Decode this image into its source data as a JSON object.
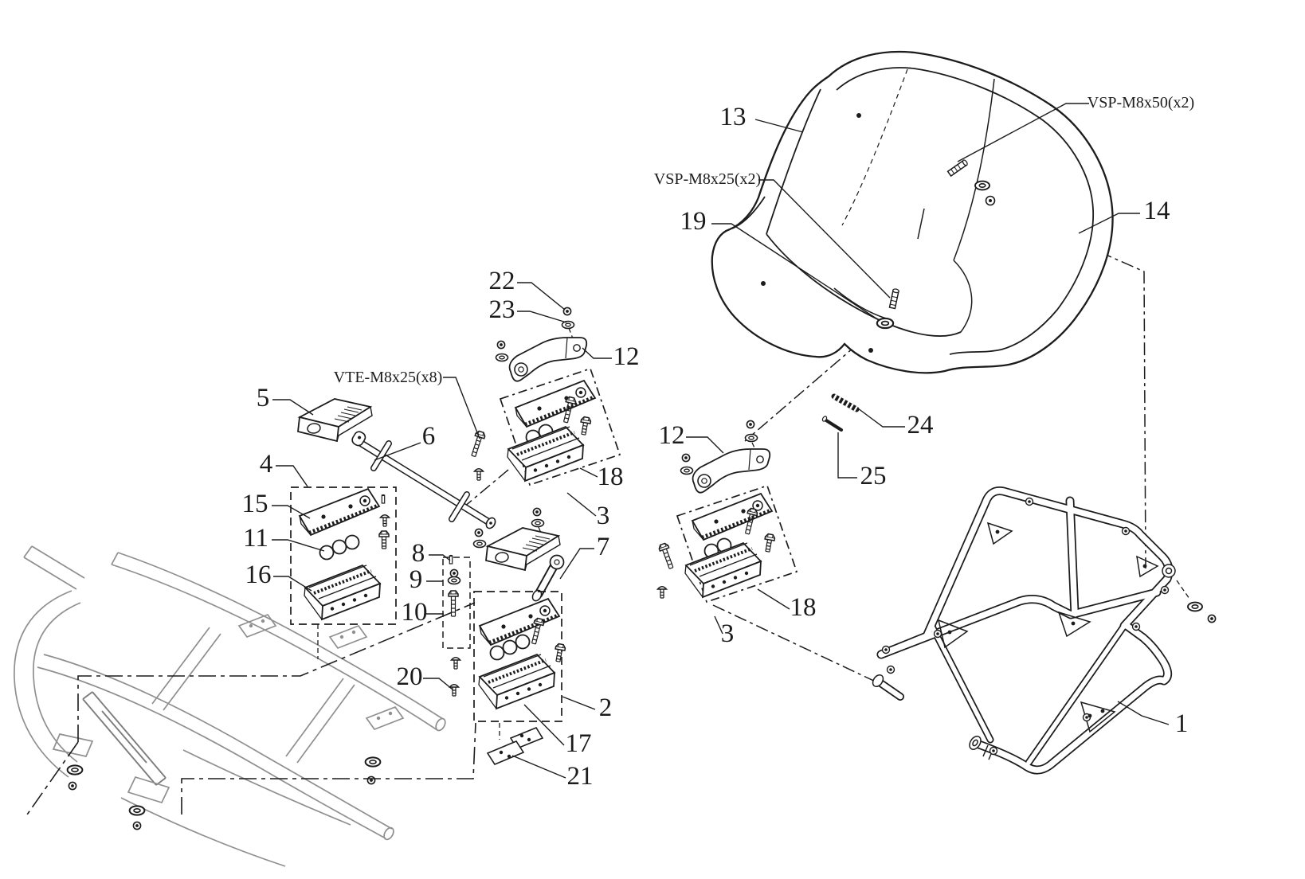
{
  "diagram": {
    "type": "exploded-parts-diagram",
    "subject": "kart seat assembly exploded view",
    "colors": {
      "background": "#ffffff",
      "line": "#1c1c1c",
      "light_line": "#8f8f8f"
    },
    "callouts": [
      {
        "label": "13"
      },
      {
        "label": "VSP-M8x50(x2)"
      },
      {
        "label": "VSP-M8x25(x2)"
      },
      {
        "label": "19"
      },
      {
        "label": "14"
      },
      {
        "label": "22"
      },
      {
        "label": "23"
      },
      {
        "label": "12"
      },
      {
        "label": "VTE-M8x25(x8)"
      },
      {
        "label": "5"
      },
      {
        "label": "6"
      },
      {
        "label": "4"
      },
      {
        "label": "12"
      },
      {
        "label": "15"
      },
      {
        "label": "18"
      },
      {
        "label": "3"
      },
      {
        "label": "24"
      },
      {
        "label": "25"
      },
      {
        "label": "11"
      },
      {
        "label": "8"
      },
      {
        "label": "7"
      },
      {
        "label": "16"
      },
      {
        "label": "9"
      },
      {
        "label": "18"
      },
      {
        "label": "10"
      },
      {
        "label": "3"
      },
      {
        "label": "20"
      },
      {
        "label": "2"
      },
      {
        "label": "17"
      },
      {
        "label": "21"
      },
      {
        "label": "1"
      }
    ]
  }
}
